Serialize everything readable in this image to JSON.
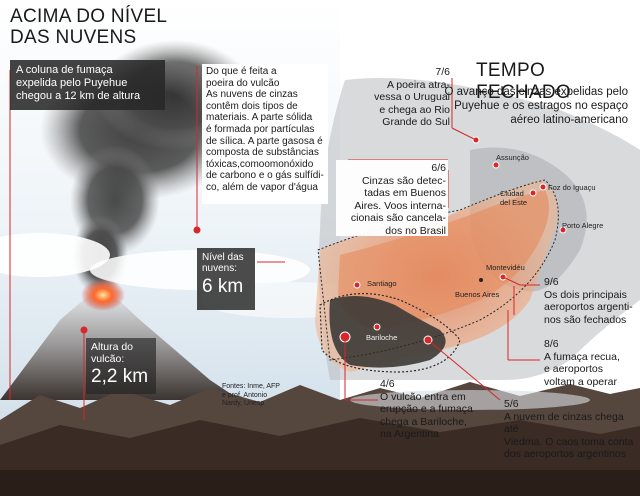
{
  "title": {
    "line1": "ACIMA DO NÍVEL",
    "line2": "DAS NUVENS"
  },
  "column_box": {
    "line1": "A coluna de fumaça",
    "line2": "expelida pelo Puyehue",
    "line3": "chegou a 12 km de altura"
  },
  "description": {
    "lines": [
      "Do que é feita a",
      "poeira do vulcão",
      "As nuvens de cinzas",
      "contêm dois tipos de",
      "materiais. A parte sólida",
      "é formada por partículas",
      "de sílica. A parte gasosa é",
      "composta de substâncias",
      "tóxicas,comoomonóxido",
      "de carbono e o gás sulfídi-",
      "co, além de vapor d'água"
    ]
  },
  "cloud_level": {
    "label_line1": "Nível das",
    "label_line2": "nuvens:",
    "value": "6 km"
  },
  "volcano_height": {
    "label_line1": "Altura do",
    "label_line2": "vulcão:",
    "value": "2,2 km"
  },
  "sources": {
    "lines": [
      "Fontes: Inme, AFP",
      "e prof. Antonio",
      "Nardy, Unesp"
    ]
  },
  "map": {
    "title": "TEMPO FECHADO",
    "subtitle": "O avanço das cinzas expelidas pelo Puyehue e os estragos no espaço aéreo latino-americano",
    "cities": {
      "assuncao": "Assunção",
      "ciudad_del_este_1": "Ciudad",
      "ciudad_del_este_2": "del Este",
      "foz": "Foz do Iguaçu",
      "porto_alegre": "Porto Alegre",
      "montevideu": "Montevidéu",
      "buenos_aires": "Buenos Aires",
      "santiago": "Santiago",
      "bariloche": "Bariloche"
    },
    "events": {
      "e76": {
        "date": "7/6",
        "lines": [
          "A poeira atra-",
          "vessa o Uruguai",
          "e chega ao Rio",
          "Grande do Sul"
        ]
      },
      "e66": {
        "date": "6/6",
        "lines": [
          "Cinzas são detec-",
          "tadas em Buenos",
          "Aires. Voos interna-",
          "cionais são cancela-",
          "dos no Brasil"
        ]
      },
      "e96": {
        "date": "9/6",
        "lines": [
          "Os dois principais",
          "aeroportos argenti-",
          "nos são fechados"
        ]
      },
      "e86": {
        "date": "8/6",
        "lines": [
          "A fumaça recua,",
          "e aeroportos",
          "voltam a operar"
        ]
      },
      "e46": {
        "date": "4/6",
        "lines": [
          "O vulcão entra em",
          "erupção e a fumaça",
          "chega a Bariloche,",
          "na Argentina"
        ]
      },
      "e56": {
        "date": "5/6",
        "lines": [
          "A nuvem de cinzas chega até",
          "Viedma. O caos toma conta",
          "dos aeroportos argentinos"
        ]
      }
    }
  },
  "colors": {
    "accent_red": "#d8262b",
    "ash_orange": "#e07a4a",
    "ash_dark": "#3c3a36"
  }
}
